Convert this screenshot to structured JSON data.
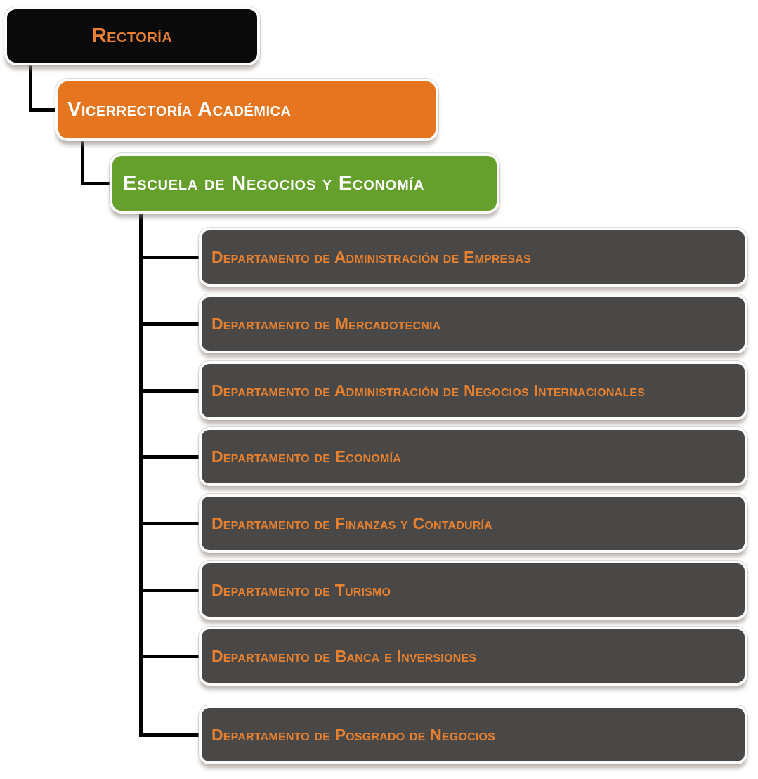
{
  "org_chart": {
    "type": "hierarchy",
    "colors": {
      "rectoria_bg": "#0a0a0a",
      "rectoria_text": "#e8802f",
      "vicerrectoria_bg": "#e5751f",
      "vicerrectoria_text": "#ffffff",
      "escuela_bg": "#64a02b",
      "escuela_text": "#ffffff",
      "department_bg": "#4a4846",
      "department_text": "#e8812f",
      "connector": "#000000"
    },
    "rectoria": {
      "label": "Rectoría"
    },
    "vicerrectoria": {
      "label": "Vicerrectoría Académica"
    },
    "escuela": {
      "label": "Escuela de Negocios y Economía"
    },
    "departments": [
      {
        "label": "Departamento de Administración de Empresas"
      },
      {
        "label": "Departamento de Mercadotecnia"
      },
      {
        "label": "Departamento de Administración de Negocios Internacionales"
      },
      {
        "label": "Departamento de Economía"
      },
      {
        "label": "Departamento de Finanzas y Contaduría"
      },
      {
        "label": "Departamento de Turismo"
      },
      {
        "label": "Departamento de Banca e Inversiones"
      },
      {
        "label": "Departamento de Posgrado de Negocios"
      }
    ]
  }
}
